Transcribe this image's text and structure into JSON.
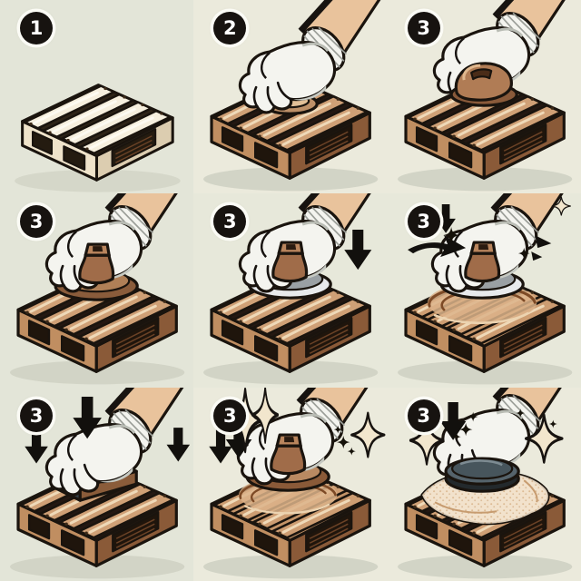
{
  "page": {
    "title": "Illustrated step-by-step guide: sanding a wooden pallet",
    "style": "cartoon instructional illustration, 3x3 grid, no captions",
    "grid": "3x3"
  },
  "colors": {
    "background": "#e4e6d9",
    "panel_warm_background": "#ebeadc",
    "outline": "#1a140e",
    "badge_background": "#171310",
    "badge_text": "#ffffff",
    "badge_ring": "#fbfbf5",
    "wood_slat": "#cfa076",
    "wood_highlight": "#efd9b8",
    "wood_gap": "#241812",
    "wood_face_left": "#c08e61",
    "wood_face_right": "#8a5a38",
    "pale_wood": "#f6efde",
    "glove_white": "#f4f4ef",
    "glove_shadow": "#c6c9c2",
    "sleeve_tan": "#e9c39c",
    "sander_knob_brown": "#a06c49",
    "disc_metal": "#e8eaec",
    "slate_pad": "#5a676e",
    "sandpaper_sheet": "#f2e2cc",
    "ground_shadow": "#d2d4c6",
    "sparkle_fill": "#f2e6cd"
  },
  "panels": [
    {
      "number": "1",
      "scene": "bare pale wooden pallet",
      "elements": [
        "pallet"
      ]
    },
    {
      "number": "2",
      "scene": "gloved hand smoothing pallet top with flat oval sanding pad",
      "elements": [
        "pallet",
        "gloved-hand",
        "flat-sanding-pad"
      ]
    },
    {
      "number": "3",
      "scene": "gloved hand holding brown sanding block on pallet",
      "elements": [
        "pallet",
        "gloved-hand",
        "brown-sanding-block"
      ]
    },
    {
      "number": "3",
      "scene": "gloved hand gripping rotary sander disc on pallet",
      "elements": [
        "pallet",
        "gloved-hand",
        "rotary-sander"
      ]
    },
    {
      "number": "3",
      "scene": "gloved hand pressing rotary sander down, downward arrow at right",
      "elements": [
        "pallet",
        "gloved-hand",
        "rotary-sander",
        "down-arrow"
      ]
    },
    {
      "number": "3",
      "scene": "rotary sander leaving swirl marks, down arrow, swoosh arrow and sparkles",
      "elements": [
        "pallet",
        "gloved-hand",
        "rotary-sander",
        "swirl-marks",
        "down-arrow",
        "swoosh-arrow",
        "sparkles"
      ]
    },
    {
      "number": "3",
      "scene": "gloved hand pressing flat slate sanding block, three downward arrows",
      "elements": [
        "pallet",
        "gloved-hand",
        "slate-sanding-block",
        "down-arrow",
        "down-arrow",
        "down-arrow"
      ]
    },
    {
      "number": "3",
      "scene": "gloved hand sanding with pad, two down arrows, tall sparkles and swirl marks",
      "elements": [
        "pallet",
        "gloved-hand",
        "rotary-sander",
        "swirl-marks",
        "down-arrow",
        "down-arrow",
        "sparkles"
      ]
    },
    {
      "number": "3",
      "scene": "gloved hand with dark round pad on sandpaper sheet draped over pallet, sparkles",
      "elements": [
        "pallet",
        "gloved-hand",
        "round-sanding-pad",
        "sandpaper-sheet",
        "down-arrow",
        "sparkles"
      ]
    }
  ]
}
